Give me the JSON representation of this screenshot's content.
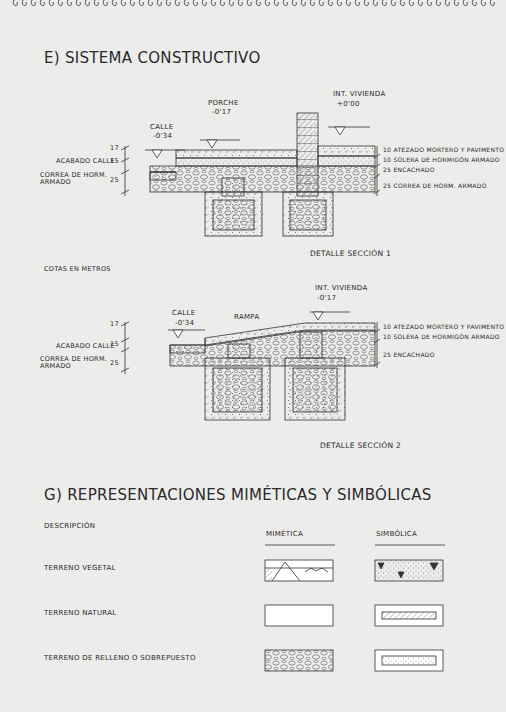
{
  "diagram": {
    "title": "E) SISTEMA CONSTRUCTIVO",
    "labels": [
      "PORCHE",
      "-0'17",
      "INT. VIVIENDA",
      "+0'00",
      "CALLE",
      "-0'34",
      "17",
      "ACABADO CALLE",
      "15",
      "CORREA DE HORM. ARMADO",
      "25",
      "10 ATEZADO MORTERO Y PAVIMENTO",
      "10 SOLERA DE HORMIGÓN ARMADO",
      "25 ENCACHADO",
      "25 CORREA DE HORM. ARMADO",
      "DETALLE SECCIÓN 1",
      "COTAS EN METROS",
      "INT. VIVIENDA",
      "-0'17",
      "CALLE",
      "-0'34",
      "RAMPA",
      "17",
      "ACABADO CALLE",
      "15",
      "CORREA DE HORM. ARMADO",
      "25",
      "10 ATEZADO MORTERO Y PAVIMENTO",
      "10 SOLERA DE HORMIGÓN ARMADO",
      "25 ENCACHADO",
      "DETALLE SECCIÓN 2",
      "G) REPRESENTACIONES MIMÉTICAS Y SIMBÓLICAS",
      "DESCRIPCIÓN",
      "MIMÉTICA",
      "SIMBÓLICA"
    ],
    "legend": [
      {
        "text": "TERRENO VEGETAL"
      },
      {
        "text": "TERRENO NATURAL"
      },
      {
        "text": "TERRENO DE RELLENO O SOBREPUESTO"
      }
    ]
  }
}
